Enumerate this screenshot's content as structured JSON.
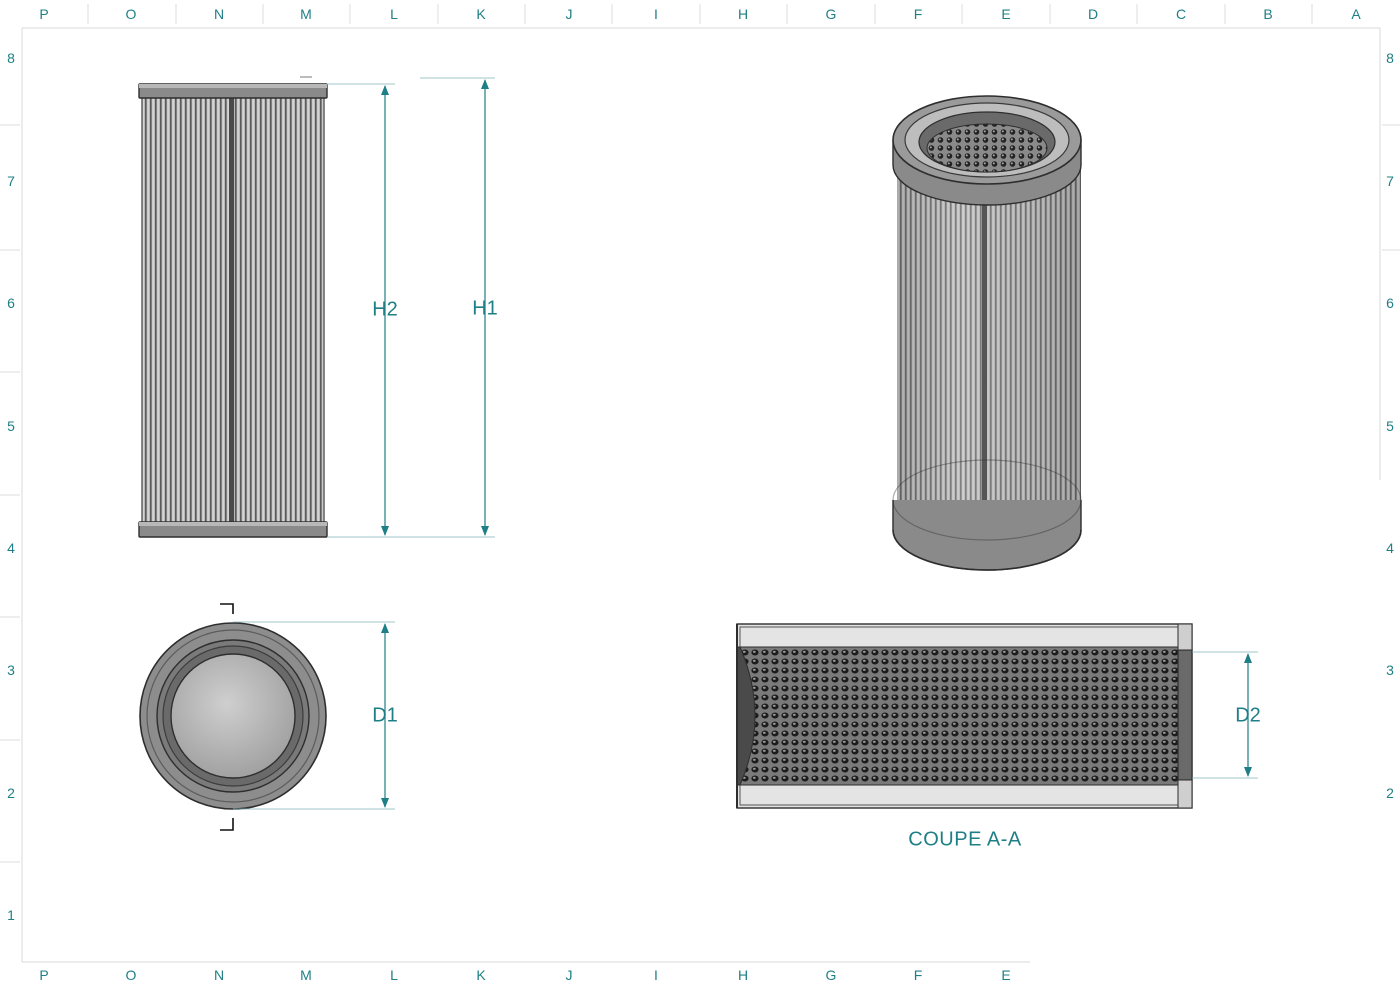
{
  "border": {
    "top_letters": [
      "P",
      "O",
      "N",
      "M",
      "L",
      "K",
      "J",
      "I",
      "H",
      "G",
      "F",
      "E",
      "D",
      "C",
      "B",
      "A"
    ],
    "bottom_letters": [
      "P",
      "O",
      "N",
      "M",
      "L",
      "K",
      "J",
      "I",
      "H",
      "G",
      "F",
      "E"
    ],
    "left_numbers": [
      "8",
      "7",
      "6",
      "5",
      "4",
      "3",
      "2",
      "1"
    ],
    "right_numbers": [
      "8",
      "7",
      "6",
      "5",
      "4",
      "3",
      "2"
    ]
  },
  "dimensions": {
    "h2": "H2",
    "h1": "H1",
    "d1": "D1",
    "d2": "D2"
  },
  "section": {
    "caption": "COUPE A-A"
  },
  "colors": {
    "annotation": "#1f7f86",
    "part_dark": "#4a4a4a",
    "part_mid": "#8a8a8a",
    "part_light": "#d4d4d4"
  }
}
